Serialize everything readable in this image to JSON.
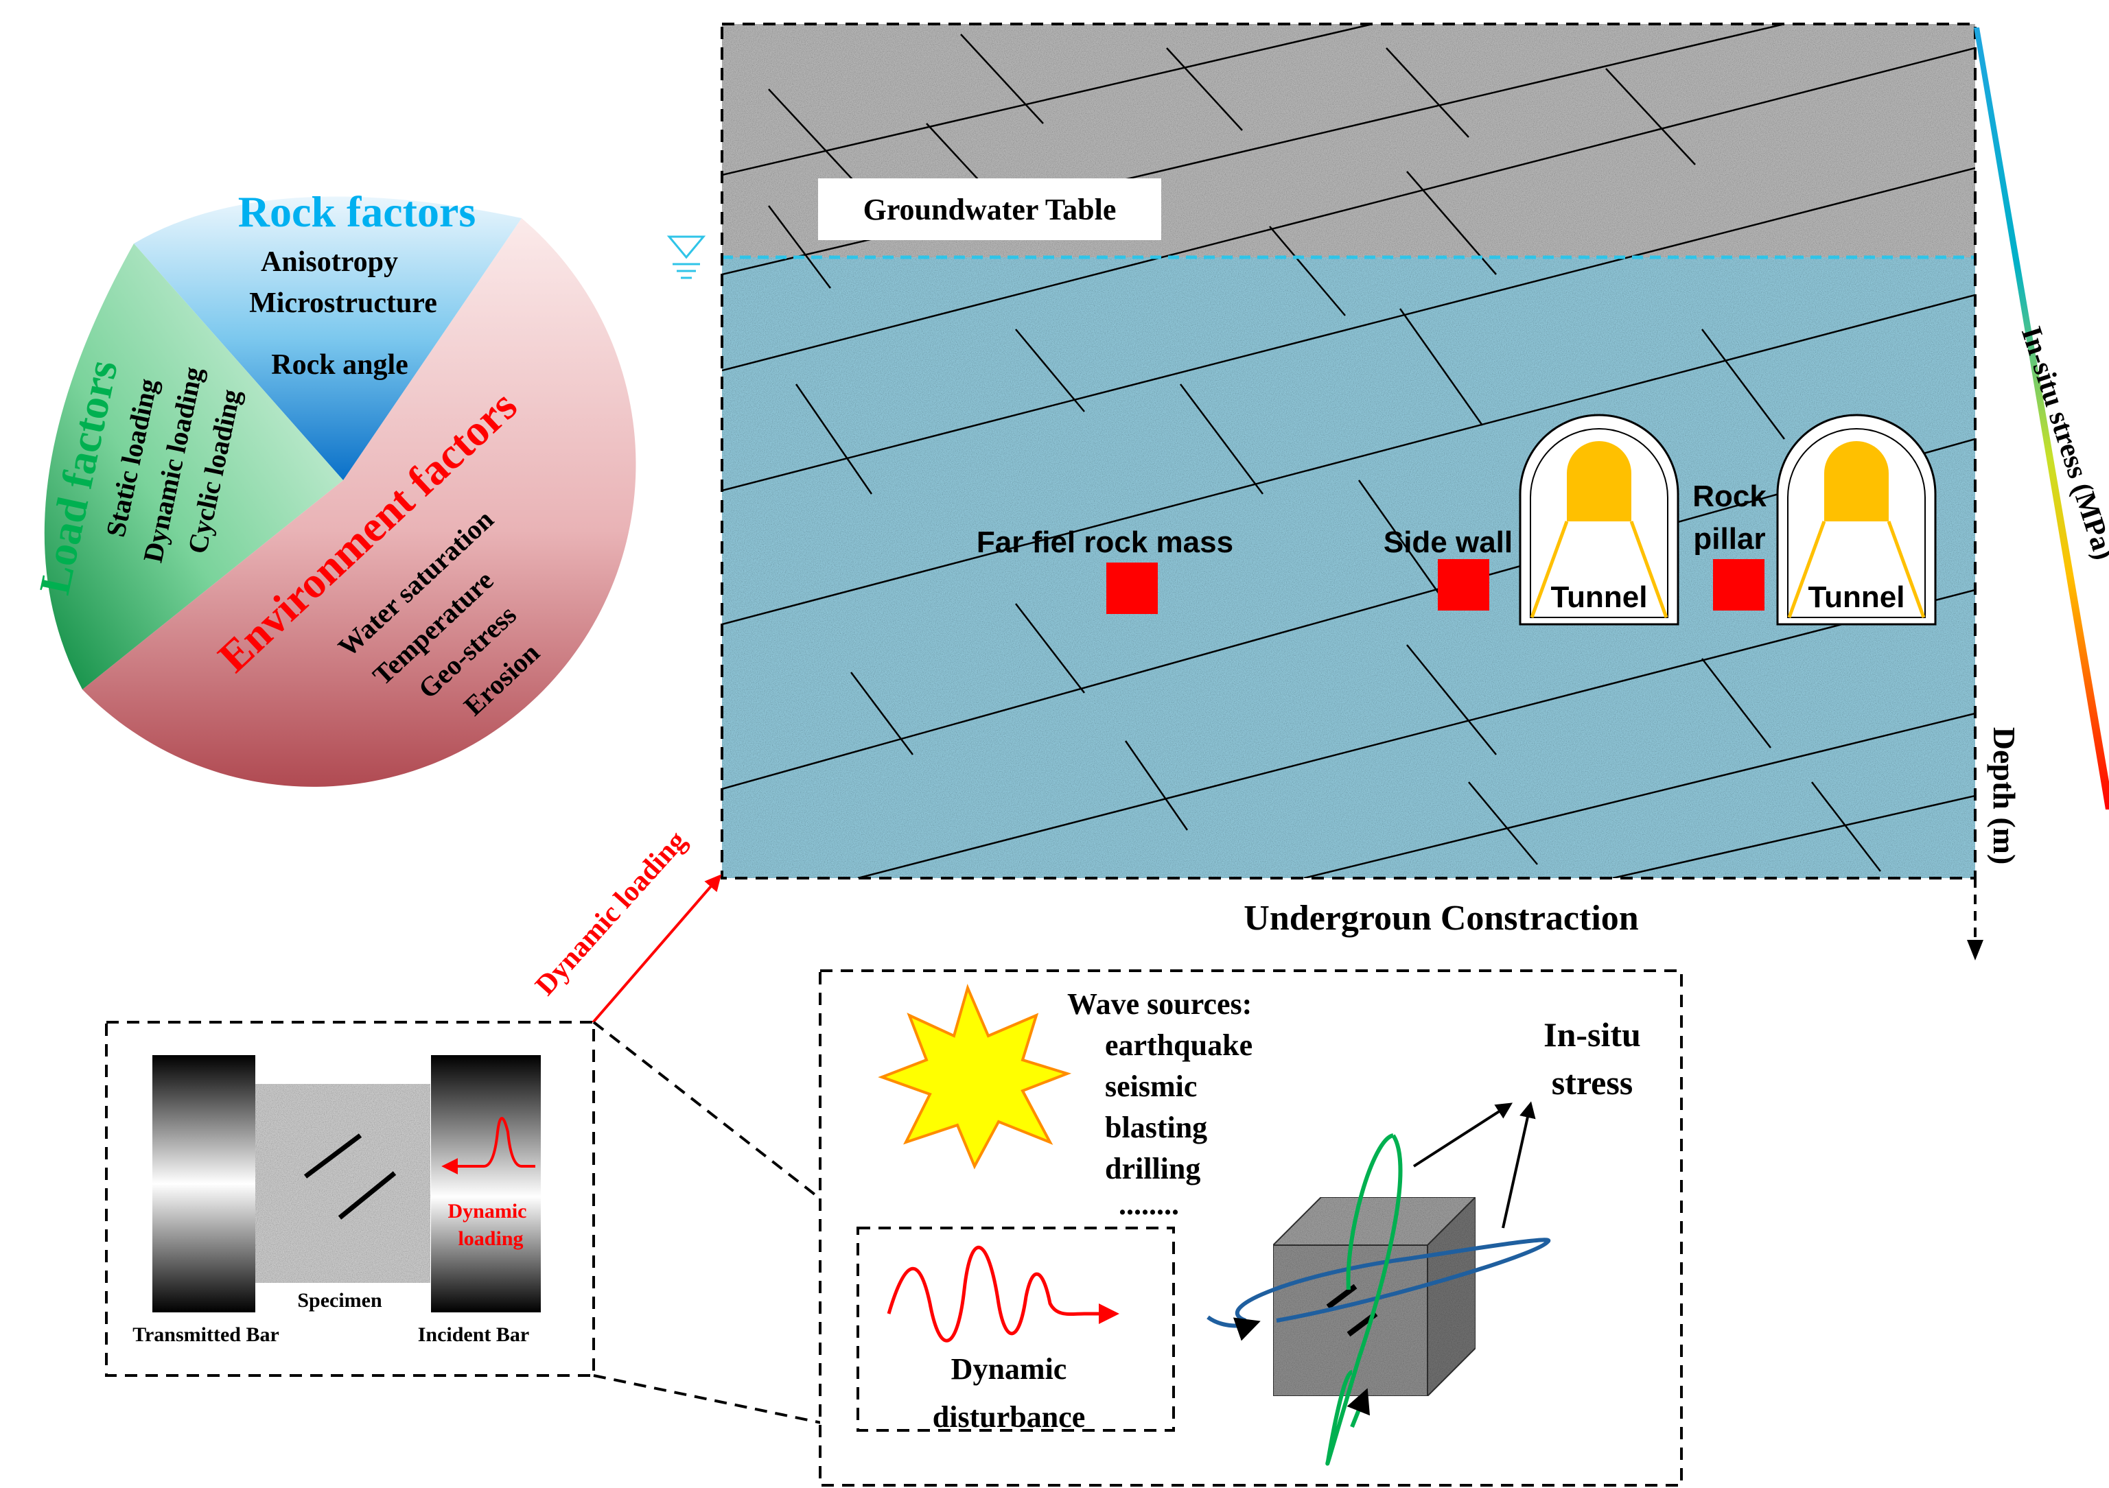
{
  "colors": {
    "rock_blue": "#00b0f0",
    "load_green": "#00b050",
    "env_red": "#ff0000",
    "water": "#8ec4d6",
    "upper_rock": "#b8b8b8",
    "tunnel_fill": "#ffc000",
    "arrow_red": "#ff0000",
    "loop_blue": "#1f5f9f",
    "loop_green": "#00b050",
    "stress_gradient": [
      "#1fa6e0",
      "#00b0c8",
      "#c8e028",
      "#ffc000",
      "#ff0000"
    ]
  },
  "factor_pie": {
    "rock": {
      "title": "Rock factors",
      "items": [
        "Anisotropy",
        "Microstructure",
        "Rock angle"
      ]
    },
    "load": {
      "title": "Load factors",
      "items": [
        "Static loading",
        "Dynamic loading",
        "Cyclic loading"
      ]
    },
    "environment": {
      "title": "Environment factors",
      "items": [
        "Water saturation",
        "Temperature",
        "Geo-stress",
        "Erosion"
      ]
    }
  },
  "section": {
    "groundwater_label": "Groundwater Table",
    "far_field_label": "Far fiel rock  mass",
    "side_wall_label": "Side wall",
    "rock_pillar_line1": "Rock",
    "rock_pillar_line2": "pillar",
    "tunnel_label": "Tunnel",
    "caption": "Undergroun  Constraction",
    "depth_axis_label": "Depth (m)",
    "stress_axis_label": "In-situ stress (MPa)"
  },
  "dynamic_loading_arrow_label": "Dynamic loading",
  "shpb": {
    "transmitted_bar_label": "Transmitted Bar",
    "incident_bar_label": "Incident Bar",
    "specimen_label": "Specimen",
    "dynamic_label_line1": "Dynamic",
    "dynamic_label_line2": "loading"
  },
  "disturbance_panel": {
    "wave_sources_title": "Wave sources:",
    "wave_sources": [
      "earthquake",
      "seismic",
      "blasting",
      "drilling",
      "........"
    ],
    "in_situ_line1": "In-situ",
    "in_situ_line2": "stress",
    "dynamic_disturbance_line1": "Dynamic",
    "dynamic_disturbance_line2": "disturbance"
  }
}
